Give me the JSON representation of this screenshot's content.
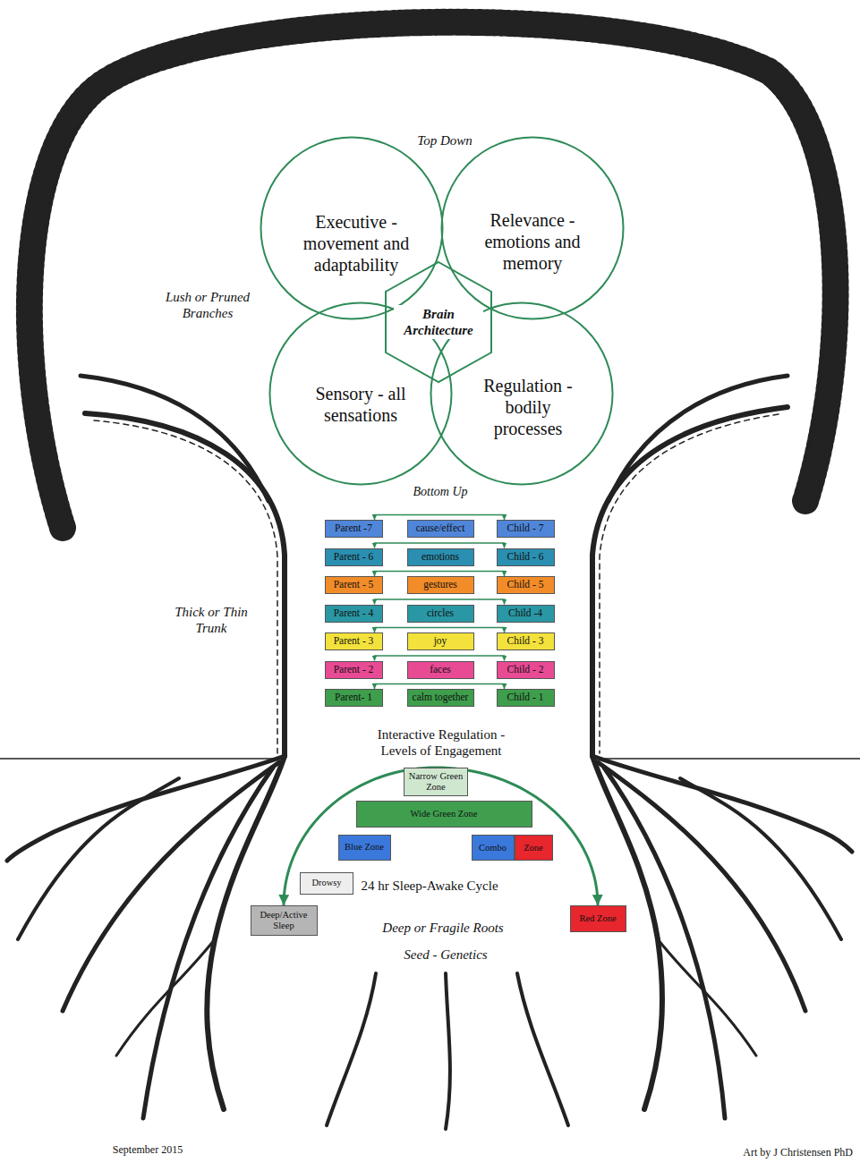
{
  "diagram": {
    "nodes": [
      {
        "text": [
          "Executive - movement and adaptability"
        ]
      },
      {
        "text": [
          "Relevance - emotions and memory"
        ]
      },
      {
        "text": [
          "Sensory - all sensations"
        ]
      },
      {
        "text": [
          "Regulation - bodily processes"
        ]
      },
      {
        "text": [
          "Brain Architecture"
        ]
      },
      {
        "text": [
          "Parent -7"
        ]
      },
      {
        "text": [
          "cause/effect"
        ]
      },
      {
        "text": [
          "Child - 7"
        ]
      },
      {
        "text": [
          "Parent - 6"
        ]
      },
      {
        "text": [
          "emotions"
        ]
      },
      {
        "text": [
          "Child - 6"
        ]
      },
      {
        "text": [
          "Parent - 5"
        ]
      },
      {
        "text": [
          "gestures"
        ]
      },
      {
        "text": [
          "Child - 5"
        ]
      },
      {
        "text": [
          "Parent - 4"
        ]
      },
      {
        "text": [
          "circles"
        ]
      },
      {
        "text": [
          "Child -4"
        ]
      },
      {
        "text": [
          "Parent - 3"
        ]
      },
      {
        "text": [
          "joy"
        ]
      },
      {
        "text": [
          "Child - 3"
        ]
      },
      {
        "text": [
          "Parent - 2"
        ]
      },
      {
        "text": [
          "faces"
        ]
      },
      {
        "text": [
          "Child - 2"
        ]
      },
      {
        "text": [
          "Parent- 1"
        ]
      },
      {
        "text": [
          "calm together"
        ]
      },
      {
        "text": [
          "Child - 1"
        ]
      },
      {
        "text": [
          "Narrow Green Zone"
        ]
      },
      {
        "text": [
          "Wide Green Zone"
        ]
      },
      {
        "text": [
          "Blue Zone"
        ]
      },
      {
        "text": [
          "Combo",
          "Zone"
        ]
      },
      {
        "text": [
          "Drowsy"
        ]
      },
      {
        "text": [
          "Deep/Active Sleep"
        ]
      },
      {
        "text": [
          "Red Zone"
        ]
      }
    ],
    "edges": [
      {
        "from": 5,
        "to": 7,
        "arrow": "both"
      },
      {
        "from": 8,
        "to": 10,
        "arrow": "both"
      },
      {
        "from": 11,
        "to": 13,
        "arrow": "both"
      },
      {
        "from": 14,
        "to": 16,
        "arrow": "both"
      },
      {
        "from": 17,
        "to": 19,
        "arrow": "both"
      },
      {
        "from": 20,
        "to": 22,
        "arrow": "both"
      },
      {
        "from": 23,
        "to": 25,
        "arrow": "both"
      },
      {
        "from": 26,
        "to": 31,
        "arrow": "to"
      },
      {
        "from": 26,
        "to": 32,
        "arrow": "to"
      }
    ],
    "labels": [
      "Top Down",
      "Lush or Pruned Branches",
      "Bottom Up",
      "Thick or Thin Trunk",
      "Interactive Regulation - Levels of Engagement",
      "24 hr Sleep-Awake Cycle",
      "Deep or Fragile Roots",
      "Seed - Genetics",
      "September 2015",
      "Art by J Christensen PhD"
    ]
  }
}
